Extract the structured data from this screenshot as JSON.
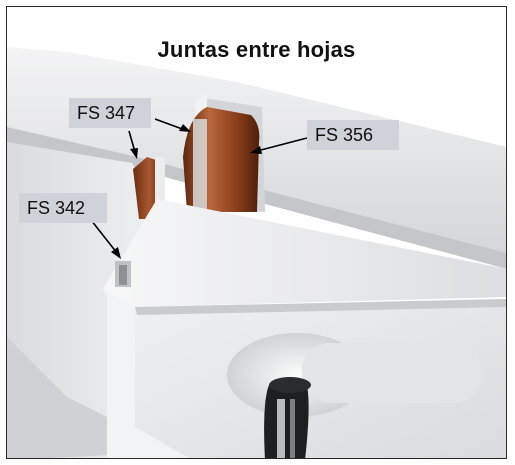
{
  "title": "Juntas entre hojas",
  "labels": {
    "fs347": "FS 347",
    "fs356": "FS 356",
    "fs342": "FS 342"
  },
  "colors": {
    "profile_light": "#e9eaec",
    "profile_shade": "#c9cbce",
    "gasket_brown": "#7a3416",
    "gasket_highlight": "#b8673a",
    "label_bg": "#cfd3d9",
    "frame_border": "#2a2a2a"
  }
}
